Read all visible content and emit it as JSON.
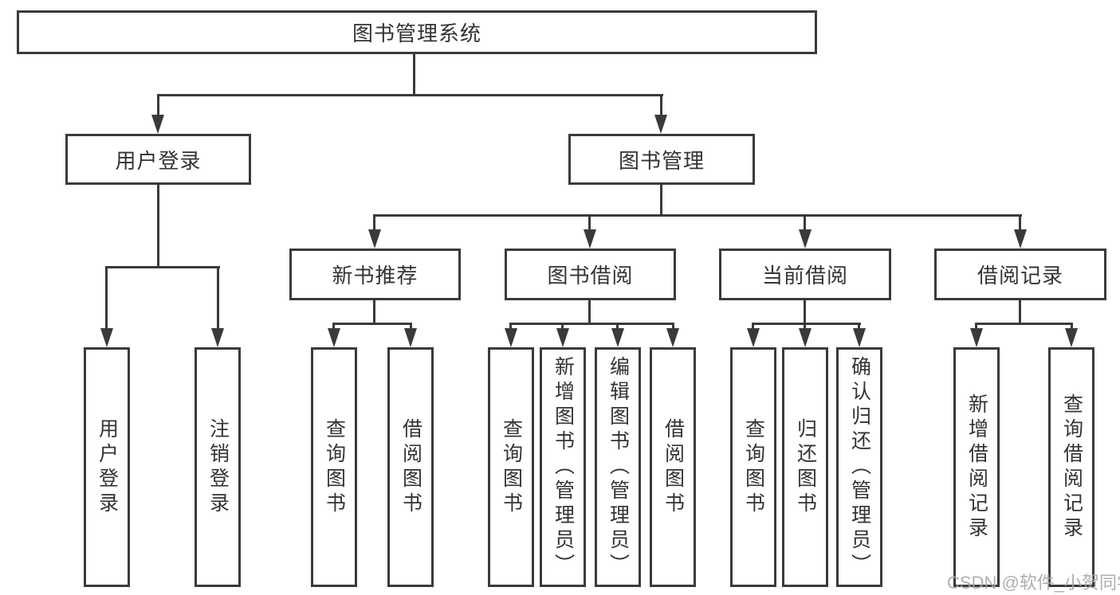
{
  "diagram": {
    "root": {
      "label": "图书管理系统"
    },
    "level2": [
      {
        "label": "用户登录"
      },
      {
        "label": "图书管理"
      }
    ],
    "level3": [
      {
        "label": "新书推荐"
      },
      {
        "label": "图书借阅"
      },
      {
        "label": "当前借阅"
      },
      {
        "label": "借阅记录"
      }
    ],
    "leaves": {
      "login": [
        "用户登录",
        "注销登录"
      ],
      "recommend": [
        "查询图书",
        "借阅图书"
      ],
      "borrow": [
        "查询图书",
        "新增图书（管理员）",
        "编辑图书（管理员）",
        "借阅图书"
      ],
      "current": [
        "查询图书",
        "归还图书",
        "确认归还（管理员）"
      ],
      "records": [
        "新增借阅记录",
        "查询借阅记录"
      ]
    },
    "watermark": "CSDN @软件_小贺同学",
    "colors": {
      "line": "#3a3a3a",
      "text": "#333333",
      "watermark": "#a9a9a9",
      "background": "#ffffff"
    }
  }
}
